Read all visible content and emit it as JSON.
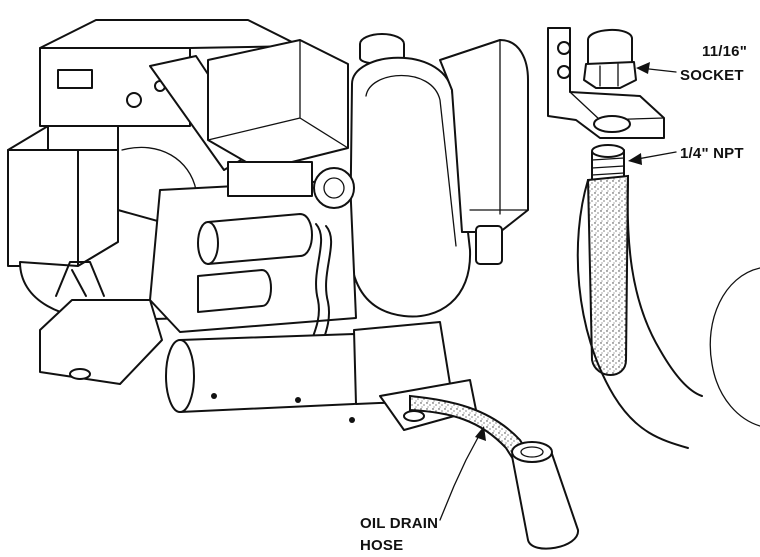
{
  "callouts": {
    "socket_size": "11/16\"",
    "socket_word": "SOCKET",
    "fitting_thread": "1/4\" NPT",
    "hose_line1": "OIL DRAIN",
    "hose_line2": "HOSE"
  }
}
